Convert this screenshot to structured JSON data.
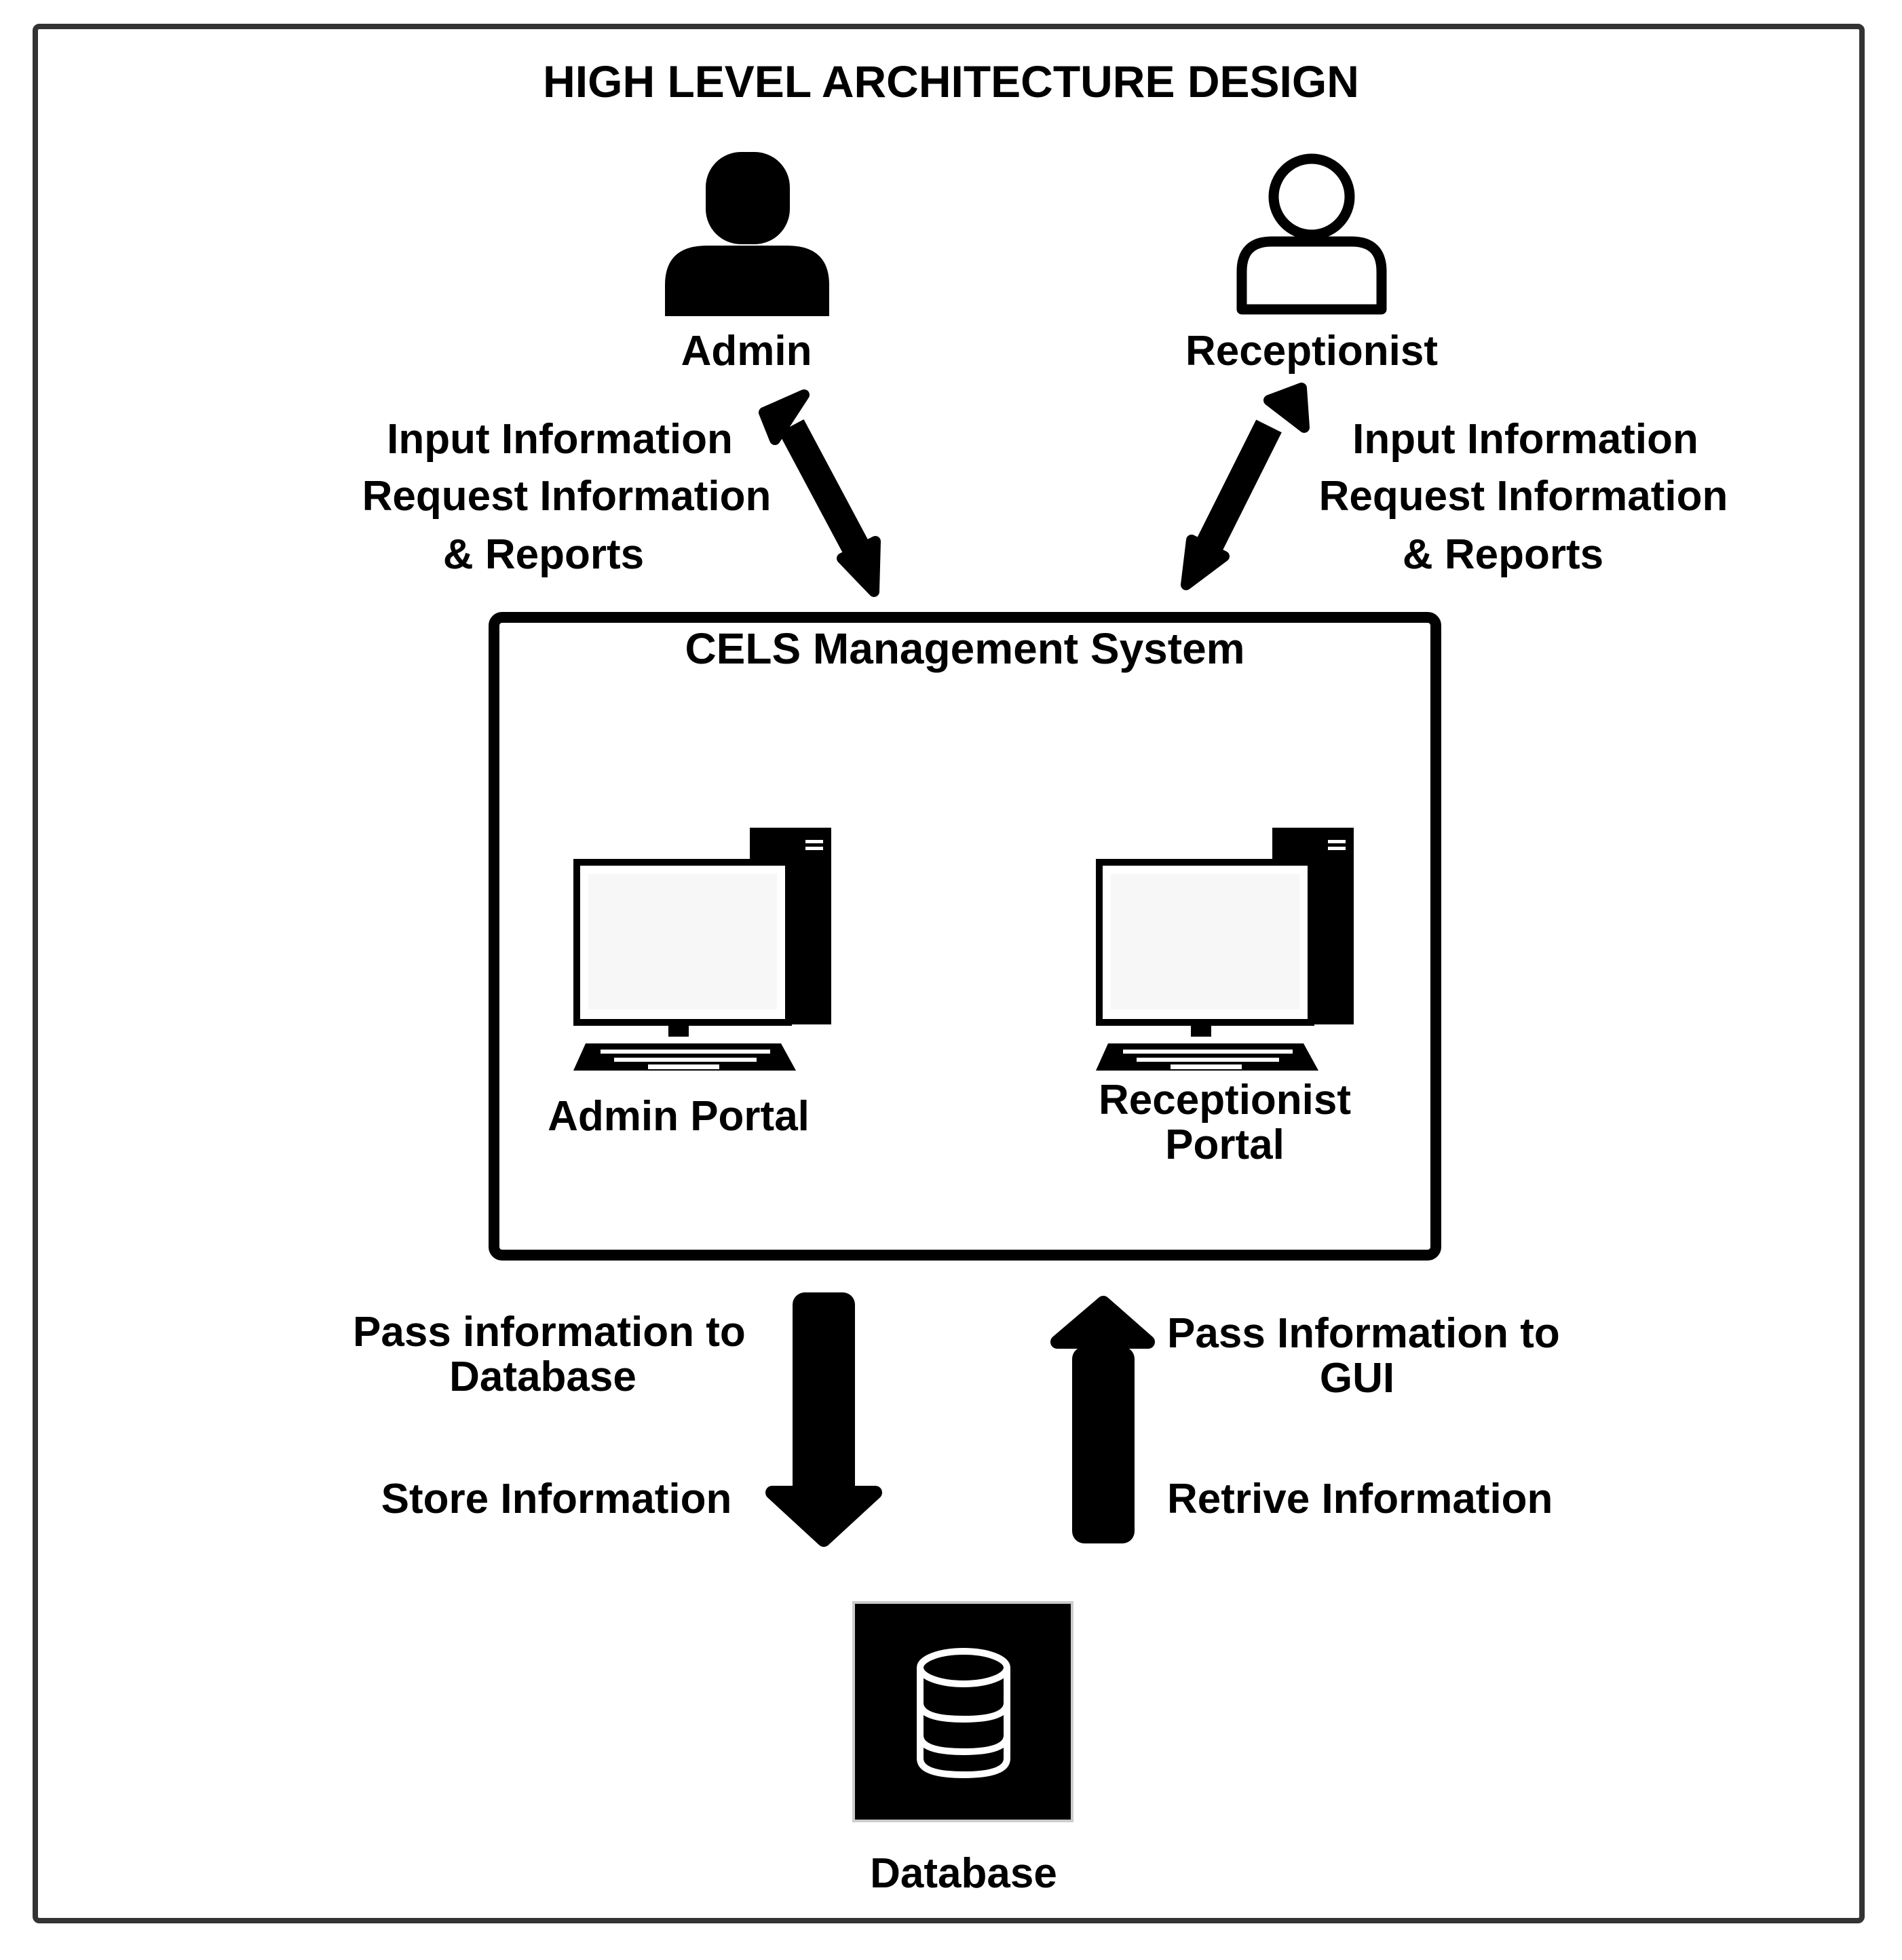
{
  "title": "HIGH LEVEL ARCHITECTURE DESIGN",
  "actors": {
    "admin": {
      "label": "Admin",
      "icon": "person-filled-icon"
    },
    "receptionist": {
      "label": "Receptionist",
      "icon": "person-outline-icon"
    }
  },
  "admin_flow": {
    "line1": "Input Information",
    "line2": "Request Information",
    "line3": "& Reports"
  },
  "receptionist_flow": {
    "line1": "Input Information",
    "line2": "Request Information",
    "line3": "& Reports"
  },
  "system": {
    "title": "CELS  Management System",
    "admin_portal": {
      "label": "Admin Portal",
      "icon": "computer-icon"
    },
    "receptionist_portal": {
      "line1": "Receptionist",
      "line2": "Portal",
      "icon": "computer-icon"
    }
  },
  "down_flow": {
    "line1": "Pass information to",
    "line2": "Database",
    "line3": "Store Information"
  },
  "up_flow": {
    "line1": "Pass Information to",
    "line2": "GUI",
    "line3": "Retrive Information"
  },
  "database": {
    "label": "Database",
    "icon": "database-icon"
  },
  "colors": {
    "ink": "#000000",
    "frame": "#333333",
    "screen": "#f7f7f7",
    "background": "#ffffff"
  }
}
